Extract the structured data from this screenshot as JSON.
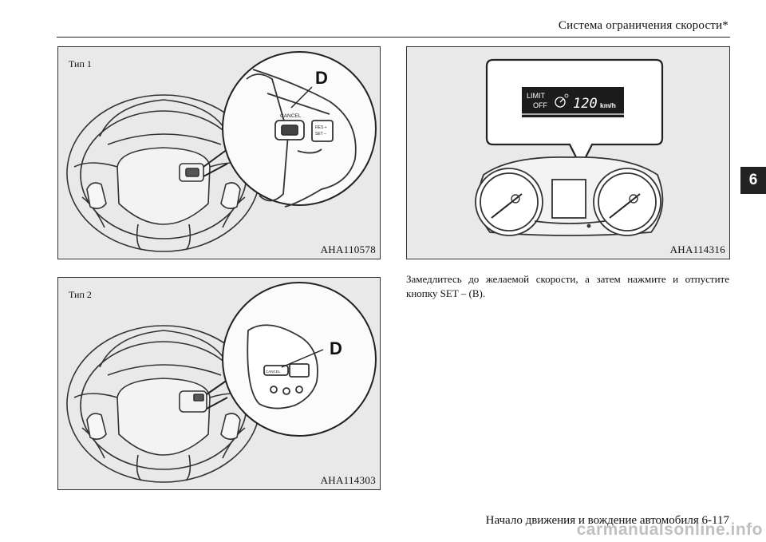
{
  "header": {
    "title": "Система ограничения скорости*"
  },
  "chapter_tab": "6",
  "figures": {
    "fig1": {
      "type_label": "Тип 1",
      "code": "AHA110578",
      "callout": "D",
      "btn_cancel": "CANCEL",
      "btn_res_set": "RES +\nSET –"
    },
    "fig2": {
      "type_label": "Тип 2",
      "code": "AHA114303",
      "callout": "D",
      "btn_cancel": "CANCEL"
    },
    "fig3": {
      "code": "AHA114316",
      "display_limit": "LIMIT",
      "display_off": "OFF",
      "display_speed": "120",
      "display_unit": "km/h"
    }
  },
  "body_text": "Замедлитесь до желаемой скорости, а затем нажмите и отпустите кнопку SET – (B).",
  "footer": {
    "text": "Начало движения и вождение автомобиля    6-117"
  },
  "watermark": "carmanualsonline.info",
  "colors": {
    "figure_bg": "#e9e9e9",
    "tab_bg": "#222222"
  }
}
